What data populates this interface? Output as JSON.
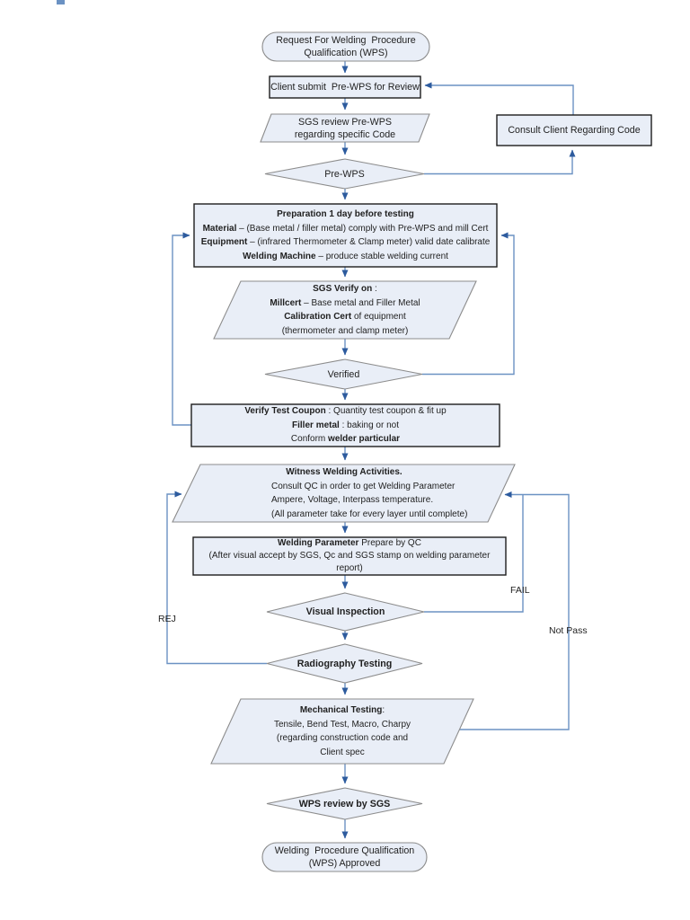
{
  "colors": {
    "shape_fill": "#e9eef7",
    "rect_border": "#1c1c1c",
    "soft_border": "#8c8c8c",
    "connector": "#6b92c3",
    "arrowhead": "#2d5b9e",
    "text": "#1f1f1f"
  },
  "labels": {
    "rej": "REJ",
    "fail": "FAIL",
    "not_pass": "Not Pass"
  },
  "nodes": {
    "start": {
      "lines": [
        {
          "pre": "Request For Welding  Procedure"
        },
        {
          "pre": "Qualification (WPS)"
        }
      ]
    },
    "client_submit": {
      "lines": [
        {
          "pre": "Client submit  Pre-WPS for Review"
        }
      ]
    },
    "sgs_review": {
      "lines": [
        {
          "pre": "SGS review Pre-WPS"
        },
        {
          "pre": "regarding specific Code"
        }
      ]
    },
    "consult_client": {
      "lines": [
        {
          "pre": "Consult Client Regarding Code"
        }
      ]
    },
    "pre_wps": {
      "lines": [
        {
          "pre": "Pre-WPS"
        }
      ]
    },
    "preparation": {
      "lines": [
        {
          "b": "Preparation 1 day before testing"
        },
        {
          "b": "Material",
          "post": " – (Base metal / filler metal) comply with Pre-WPS and mill Cert"
        },
        {
          "b": "Equipment",
          "post": " – (infrared Thermometer & Clamp meter) valid date calibrate"
        },
        {
          "b": "Welding Machine",
          "post": " – produce stable welding current"
        }
      ]
    },
    "sgs_verify": {
      "lines": [
        {
          "b": "SGS Verify on",
          "post": " :"
        },
        {
          "b": "Millcert",
          "post": " – Base metal and Filler Metal"
        },
        {
          "b": "Calibration Cert",
          "post": " of equipment"
        },
        {
          "pre": "(thermometer and clamp meter)"
        }
      ]
    },
    "verified": {
      "lines": [
        {
          "pre": "Verified"
        }
      ]
    },
    "verify_coupon": {
      "lines": [
        {
          "b": "Verify Test Coupon",
          "post": " : Quantity test coupon & fit up"
        },
        {
          "b": "Filler metal",
          "post": " : baking or not"
        },
        {
          "pre": "Conform ",
          "b": "welder particular"
        }
      ]
    },
    "witness": {
      "lines": [
        {
          "b": "Witness Welding Activities."
        },
        {
          "pre": "Consult QC in order to get Welding Parameter"
        },
        {
          "pre": "Ampere, Voltage, Interpass temperature."
        },
        {
          "pre": "(All parameter take for every layer until complete)"
        }
      ]
    },
    "weld_param": {
      "lines": [
        {
          "b": "Welding Parameter",
          "post": " Prepare by QC"
        },
        {
          "pre": "(After visual accept by SGS, Qc and SGS stamp on welding parameter"
        },
        {
          "pre": "report)"
        }
      ]
    },
    "visual": {
      "lines": [
        {
          "b": "Visual Inspection"
        }
      ]
    },
    "radiography": {
      "lines": [
        {
          "b": "Radiography Testing"
        }
      ]
    },
    "mechanical": {
      "lines": [
        {
          "b": "Mechanical Testing",
          "post": ":"
        },
        {
          "pre": "Tensile, Bend Test, Macro, Charpy"
        },
        {
          "pre": "(regarding construction code and"
        },
        {
          "pre": "Client spec"
        }
      ]
    },
    "wps_review": {
      "lines": [
        {
          "b": "WPS review by SGS"
        }
      ]
    },
    "end": {
      "lines": [
        {
          "pre": "Welding  Procedure Qualification"
        },
        {
          "pre": "(WPS) Approved"
        }
      ]
    }
  }
}
